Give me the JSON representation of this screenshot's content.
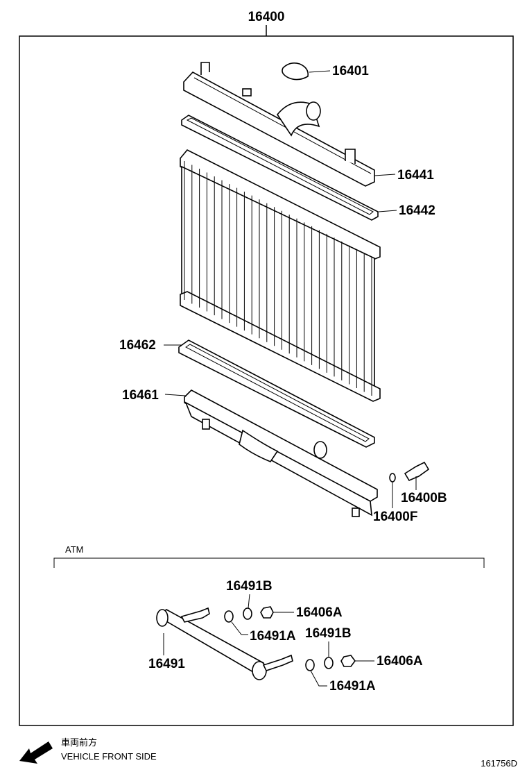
{
  "assembly_label": "16400",
  "labels": {
    "p16401": "16401",
    "p16441": "16441",
    "p16442": "16442",
    "p16462": "16462",
    "p16461": "16461",
    "p16400B": "16400B",
    "p16400F": "16400F",
    "p16491B_1": "16491B",
    "p16406A_1": "16406A",
    "p16491A_1": "16491A",
    "p16491B_2": "16491B",
    "p16406A_2": "16406A",
    "p16491": "16491",
    "p16491A_2": "16491A"
  },
  "section_label": "ATM",
  "front_jp": "車両前方",
  "front_en": "VEHICLE FRONT SIDE",
  "drawing_number": "161756D"
}
